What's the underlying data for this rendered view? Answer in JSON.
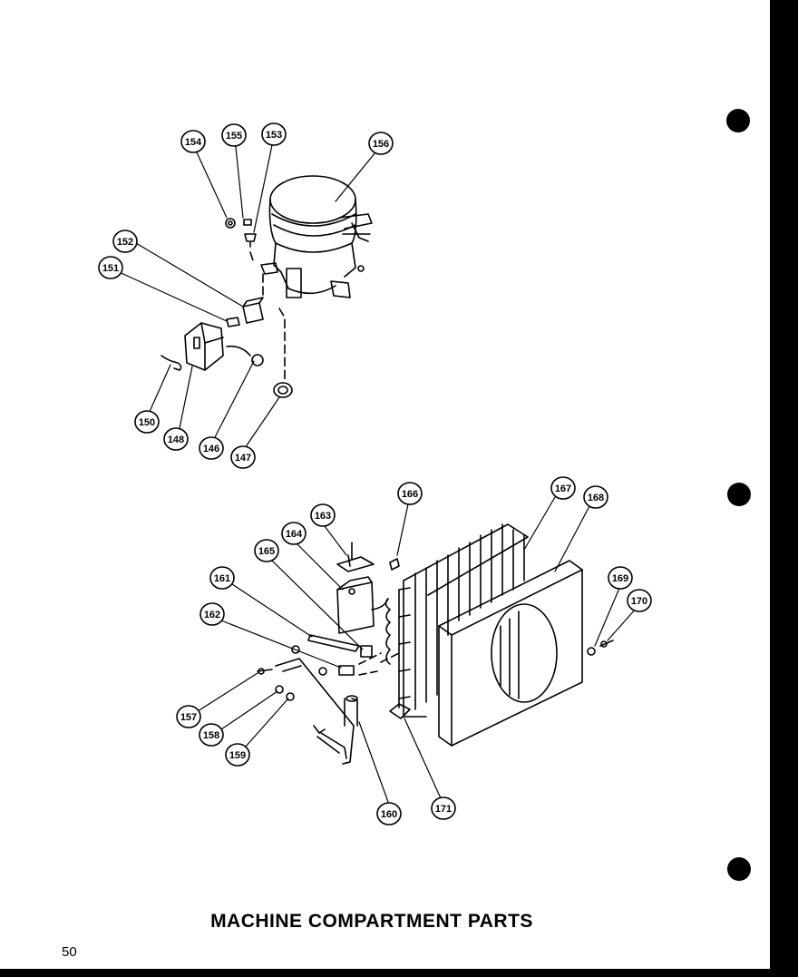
{
  "diagram": {
    "title": "MACHINE COMPARTMENT PARTS",
    "page_number": "50",
    "callouts": [
      "154",
      "155",
      "153",
      "156",
      "152",
      "151",
      "150",
      "148",
      "146",
      "147",
      "166",
      "163",
      "164",
      "165",
      "167",
      "168",
      "161",
      "162",
      "169",
      "170",
      "157",
      "158",
      "159",
      "160",
      "171"
    ]
  }
}
